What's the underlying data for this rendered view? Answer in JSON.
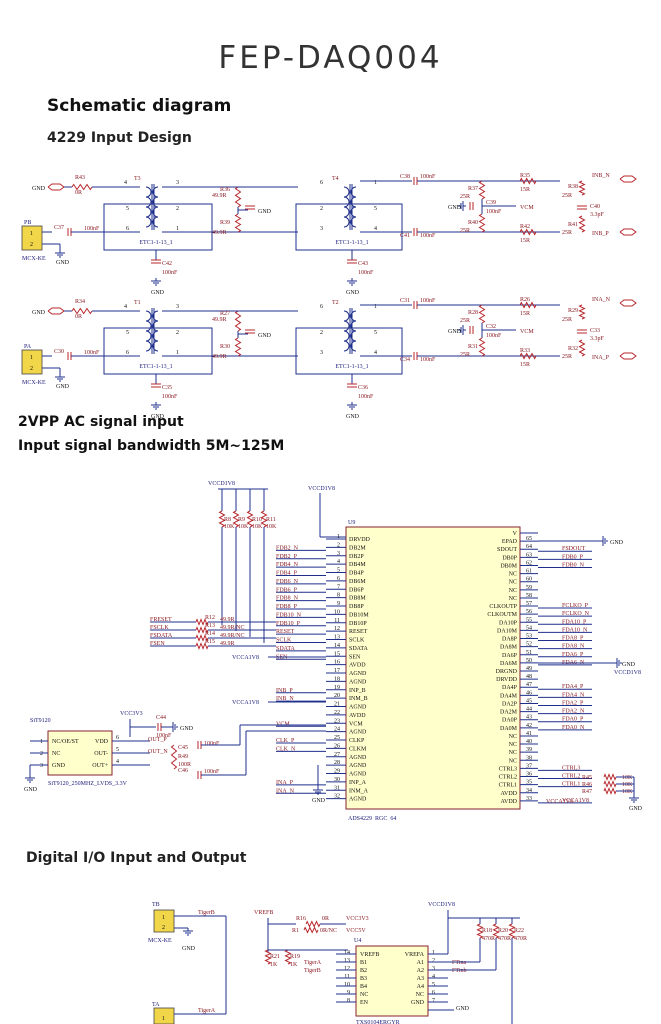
{
  "page": {
    "title": "FEP-DAQ004",
    "schematic_heading": "Schematic diagram",
    "input_design_heading": "4229 Input Design",
    "note_vpp": "2VPP AC signal input",
    "note_bandwidth": "Input signal bandwidth 5M~125M",
    "digital_io_heading": "Digital I/O Input and Output"
  },
  "input_circuit": {
    "top": {
      "port": "PB",
      "connector": "MCX-KE",
      "pin1": "1",
      "pin2": "2",
      "r_gnd": "R43",
      "r_gnd_val": "0R",
      "t_left": "T3",
      "t_right": "T4",
      "t_model": "ETC1-1-13_1",
      "ra": "R36",
      "ra_val": "49.9R",
      "rb": "R39",
      "rb_val": "49.9R",
      "c_in": "C37",
      "c_in_val": "100nF",
      "c_gnd": "C42",
      "c_gnd_val": "100nF",
      "c_gnd2": "C43",
      "c_gnd2_val": "100nF",
      "c_out_top": "C38",
      "c_out_bot": "C41",
      "c_out_val": "100nF",
      "r_top": "R37",
      "r_bot": "R40",
      "r_term_val": "25R",
      "c_vcm": "C39",
      "c_vcm_val": "100nF",
      "vcm": "VCM",
      "gnd": "GND",
      "rs_top": "R35",
      "rs_bot": "R42",
      "rs_val": "15R",
      "rp_top": "R38",
      "rp_bot": "R41",
      "rp_val": "25R",
      "c_diff": "C40",
      "c_diff_val": "3.3pF",
      "out_n": "INB_N",
      "out_p": "INB_P",
      "pin_nums": [
        "4",
        "3",
        "1",
        "6",
        "5",
        "2",
        "6",
        "1",
        "2",
        "3",
        "4",
        "5"
      ]
    },
    "bottom": {
      "port": "PA",
      "connector": "MCX-KE",
      "pin1": "1",
      "pin2": "2",
      "r_gnd": "R34",
      "r_gnd_val": "0R",
      "t_left": "T1",
      "t_right": "T2",
      "t_model": "ETC1-1-13_1",
      "ra": "R27",
      "ra_val": "49.9R",
      "rb": "R30",
      "rb_val": "49.9R",
      "c_in": "C30",
      "c_in_val": "100nF",
      "c_gnd": "C35",
      "c_gnd_val": "100nF",
      "c_gnd2": "C36",
      "c_gnd2_val": "100nF",
      "c_out_top": "C31",
      "c_out_bot": "C34",
      "c_out_val": "100nF",
      "r_top": "R28",
      "r_bot": "R31",
      "r_term_val": "25R",
      "c_vcm": "C32",
      "c_vcm_val": "100nF",
      "vcm": "VCM",
      "gnd": "GND",
      "rs_top": "R26",
      "rs_bot": "R33",
      "rs_val": "15R",
      "rp_top": "R29",
      "rp_bot": "R32",
      "rp_val": "25R",
      "c_diff": "C33",
      "c_diff_val": "3.3pF",
      "out_n": "INA_N",
      "out_p": "INA_P",
      "pin_nums": [
        "4",
        "3",
        "1",
        "6",
        "5",
        "2",
        "6",
        "1",
        "2",
        "3",
        "4",
        "5"
      ]
    }
  },
  "adc": {
    "ref": "U9",
    "part": "ADS4229_RGC_64",
    "supply": "VCCD1V8",
    "supply_a": "VCCA1V8",
    "gnd": "GND",
    "pullups": [
      "R8",
      "R9",
      "R10",
      "R11"
    ],
    "pullup_val": "10K",
    "left_pins": [
      {
        "num": "1",
        "name": "DRVDD",
        "net": ""
      },
      {
        "num": "2",
        "name": "DB2M",
        "net": "FDB2_N"
      },
      {
        "num": "3",
        "name": "DB2P",
        "net": "FDB2_P"
      },
      {
        "num": "4",
        "name": "DB4M",
        "net": "FDB4_N"
      },
      {
        "num": "5",
        "name": "DB4P",
        "net": "FDB4_P"
      },
      {
        "num": "6",
        "name": "DB6M",
        "net": "FDB6_N"
      },
      {
        "num": "7",
        "name": "DB6P",
        "net": "FDB6_P"
      },
      {
        "num": "8",
        "name": "DB8M",
        "net": "FDB8_N"
      },
      {
        "num": "9",
        "name": "DB8P",
        "net": "FDB8_P"
      },
      {
        "num": "10",
        "name": "DB10M",
        "net": "FDB10_N"
      },
      {
        "num": "11",
        "name": "DB10P",
        "net": "FDB10_P"
      },
      {
        "num": "12",
        "name": "RESET",
        "net": "RESET"
      },
      {
        "num": "13",
        "name": "SCLK",
        "net": "SCLK"
      },
      {
        "num": "14",
        "name": "SDATA",
        "net": "SDATA"
      },
      {
        "num": "15",
        "name": "SEN",
        "net": "SEN"
      },
      {
        "num": "16",
        "name": "AVDD",
        "net": ""
      },
      {
        "num": "17",
        "name": "AGND",
        "net": ""
      },
      {
        "num": "18",
        "name": "AGND",
        "net": ""
      },
      {
        "num": "19",
        "name": "INP_B",
        "net": "INB_P"
      },
      {
        "num": "20",
        "name": "INM_B",
        "net": "INB_N"
      },
      {
        "num": "21",
        "name": "AGND",
        "net": ""
      },
      {
        "num": "22",
        "name": "AVDD",
        "net": ""
      },
      {
        "num": "23",
        "name": "VCM",
        "net": "VCM"
      },
      {
        "num": "24",
        "name": "AGND",
        "net": ""
      },
      {
        "num": "25",
        "name": "CLKP",
        "net": "CLK_P"
      },
      {
        "num": "26",
        "name": "CLKM",
        "net": "CLK_N"
      },
      {
        "num": "27",
        "name": "AGND",
        "net": ""
      },
      {
        "num": "28",
        "name": "AGND",
        "net": ""
      },
      {
        "num": "29",
        "name": "AGND",
        "net": ""
      },
      {
        "num": "30",
        "name": "INP_A",
        "net": "INA_P"
      },
      {
        "num": "31",
        "name": "INM_A",
        "net": "INA_N"
      },
      {
        "num": "32",
        "name": "AGND",
        "net": ""
      }
    ],
    "right_pins": [
      {
        "num": "",
        "name": "V",
        "net": ""
      },
      {
        "num": "65",
        "name": "EPAD",
        "net": ""
      },
      {
        "num": "64",
        "name": "SDOUT",
        "net": "FSDOUT"
      },
      {
        "num": "63",
        "name": "DB0P",
        "net": "FDB0_P"
      },
      {
        "num": "62",
        "name": "DB0M",
        "net": "FDB0_N"
      },
      {
        "num": "61",
        "name": "NC",
        "net": ""
      },
      {
        "num": "60",
        "name": "NC",
        "net": ""
      },
      {
        "num": "59",
        "name": "NC",
        "net": ""
      },
      {
        "num": "58",
        "name": "NC",
        "net": ""
      },
      {
        "num": "57",
        "name": "CLKOUTP",
        "net": "FCLKO_P"
      },
      {
        "num": "56",
        "name": "CLKOUTM",
        "net": "FCLKO_N"
      },
      {
        "num": "55",
        "name": "DA10P",
        "net": "FDA10_P"
      },
      {
        "num": "54",
        "name": "DA10M",
        "net": "FDA10_N"
      },
      {
        "num": "53",
        "name": "DA8P",
        "net": "FDA8_P"
      },
      {
        "num": "52",
        "name": "DA8M",
        "net": "FDA8_N"
      },
      {
        "num": "51",
        "name": "DA6P",
        "net": "FDA6_P"
      },
      {
        "num": "50",
        "name": "DA6M",
        "net": "FDA6_N"
      },
      {
        "num": "49",
        "name": "DRGND",
        "net": ""
      },
      {
        "num": "48",
        "name": "DRVDD",
        "net": ""
      },
      {
        "num": "47",
        "name": "DA4P",
        "net": "FDA4_P"
      },
      {
        "num": "46",
        "name": "DA4M",
        "net": "FDA4_N"
      },
      {
        "num": "45",
        "name": "DA2P",
        "net": "FDA2_P"
      },
      {
        "num": "44",
        "name": "DA2M",
        "net": "FDA2_N"
      },
      {
        "num": "43",
        "name": "DA0P",
        "net": "FDA0_P"
      },
      {
        "num": "42",
        "name": "DA0M",
        "net": "FDA0_N"
      },
      {
        "num": "41",
        "name": "NC",
        "net": ""
      },
      {
        "num": "40",
        "name": "NC",
        "net": ""
      },
      {
        "num": "39",
        "name": "NC",
        "net": ""
      },
      {
        "num": "38",
        "name": "NC",
        "net": ""
      },
      {
        "num": "37",
        "name": "CTRL3",
        "net": "CTRL3"
      },
      {
        "num": "36",
        "name": "CTRL2",
        "net": "CTRL2"
      },
      {
        "num": "35",
        "name": "CTRL1",
        "net": "CTRL1"
      },
      {
        "num": "34",
        "name": "AVDD",
        "net": ""
      },
      {
        "num": "33",
        "name": "AVDD",
        "net": "VCCA1V8"
      }
    ],
    "spi": [
      {
        "net": "FRESET",
        "ref": "R12",
        "val": "49.9R"
      },
      {
        "net": "FSCLK",
        "ref": "R13",
        "val": "49.9R/NC"
      },
      {
        "net": "FSDATA",
        "ref": "R14",
        "val": "49.9R/NC"
      },
      {
        "net": "FSEN",
        "ref": "R15",
        "val": "49.9R"
      }
    ],
    "ctrl_res": [
      {
        "ref": "R45",
        "val": "10K"
      },
      {
        "ref": "R46",
        "val": "10K"
      },
      {
        "ref": "R47",
        "val": "10K"
      }
    ],
    "osc": {
      "ref": "SiT9120",
      "part": "SiT9120_250MHZ_LVDS_3.3V",
      "supply": "VCC3V3",
      "pins_left": [
        "NC/OE/ST",
        "NC",
        "GND"
      ],
      "pins_right": [
        "VDD",
        "OUT-",
        "OUT+"
      ],
      "c_bypass": "C44",
      "c_bypass_val": "100nF",
      "c_p": "C45",
      "c_n": "C46",
      "c_val": "100nF",
      "r_term": "R49",
      "r_term_val": "100R",
      "out_p": "OUT_P",
      "out_n": "OUT_N"
    }
  },
  "digital_io": {
    "port_b": "TB",
    "port_a": "TA",
    "connector": "MCX-KE",
    "net_b": "TigerB",
    "net_a": "TigerA",
    "vref": "VREFB",
    "vccio": "VCCD1V8",
    "v33": "VCC3V3",
    "v5": "VCC5V",
    "r16": "R16",
    "r16_val": "0R",
    "r1": "R1",
    "r1_val": "0R/NC",
    "r21": "R21",
    "r21_val": "1K",
    "r19": "R19",
    "r19_val": "1K",
    "pull": [
      "R18",
      "R20",
      "R22"
    ],
    "pull_val": "470R",
    "ic": "U4",
    "ic_part": "TXS0104ERGYR",
    "ic_left": [
      {
        "num": "14",
        "name": "VREFB"
      },
      {
        "num": "13",
        "name": "B1"
      },
      {
        "num": "12",
        "name": "B2"
      },
      {
        "num": "11",
        "name": "B3"
      },
      {
        "num": "10",
        "name": "B4"
      },
      {
        "num": "9",
        "name": "NC"
      },
      {
        "num": "8",
        "name": "EN"
      }
    ],
    "ic_right": [
      {
        "num": "1",
        "name": "VREFA"
      },
      {
        "num": "2",
        "name": "A1"
      },
      {
        "num": "3",
        "name": "A2"
      },
      {
        "num": "4",
        "name": "A3"
      },
      {
        "num": "5",
        "name": "A4"
      },
      {
        "num": "6",
        "name": "NC"
      },
      {
        "num": "7",
        "name": "GND"
      }
    ],
    "out_a": "FTina",
    "out_b": "FTinb",
    "gnd": "GND"
  }
}
